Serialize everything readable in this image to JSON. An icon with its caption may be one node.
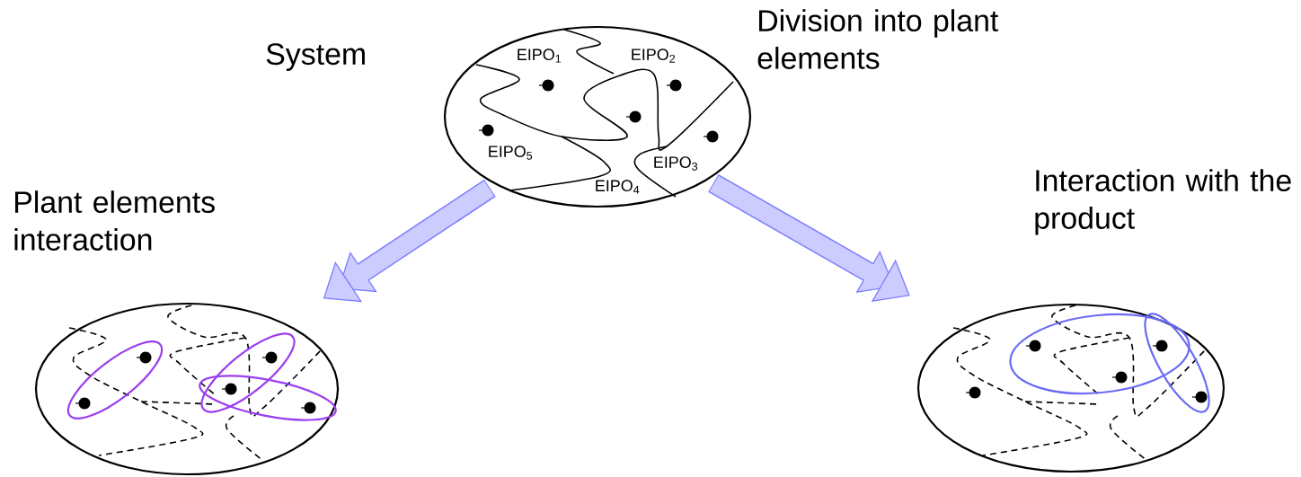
{
  "diagram": {
    "nodes": [
      {
        "text": [
          "EIPO$_{1}$",
          "EIPO$_{2}$",
          "EIPO$_{3}$",
          "EIPO$_{4}$",
          "EIPO$_{5}$"
        ],
        "beside": [
          "System",
          "Division into plant elements"
        ]
      },
      {
        "text": [],
        "shape": "ellipse",
        "beside": [
          "Plant elements interaction"
        ]
      },
      {
        "text": [],
        "shape": "ellipse",
        "beside": [
          "Interaction with the product"
        ]
      }
    ],
    "edges": [
      {
        "from": 0,
        "to": 1,
        "arrow": "to"
      },
      {
        "from": 0,
        "to": 2,
        "arrow": "to"
      }
    ]
  }
}
